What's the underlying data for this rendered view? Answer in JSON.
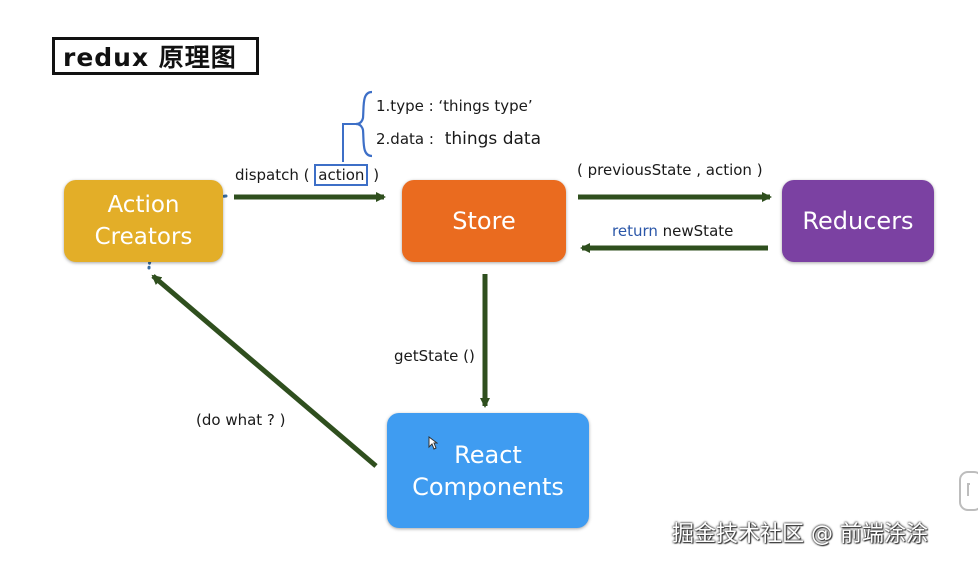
{
  "title": "redux 原理图",
  "nodes": {
    "action_creators": {
      "line1": "Action",
      "line2": "Creators",
      "color": "#e3ae28"
    },
    "store": {
      "label": "Store",
      "color": "#ea6b1f"
    },
    "reducers": {
      "label": "Reducers",
      "color": "#7b41a2"
    },
    "react_components": {
      "line1": "React",
      "line2": "Components",
      "color": "#3f9cf1"
    }
  },
  "edges": {
    "dispatch": {
      "prefix": "dispatch (",
      "boxed": "action",
      "suffix": ")"
    },
    "previous_state": {
      "label": "( previousState , action )"
    },
    "return_new_state": {
      "keyword": "return",
      "value": "newState"
    },
    "get_state": {
      "label": "getState ()"
    },
    "do_what": {
      "label": "(do what ? )"
    }
  },
  "action_fields": {
    "type_line": "1.type : ‘things type’",
    "data_prefix": "2.data :",
    "data_value": "things data"
  },
  "colors": {
    "arrow": "#2f4f1e",
    "brace": "#3d6fc7",
    "dash": "#1a1a1a"
  },
  "watermark": "掘金技术社区 @ 前端涂涂"
}
